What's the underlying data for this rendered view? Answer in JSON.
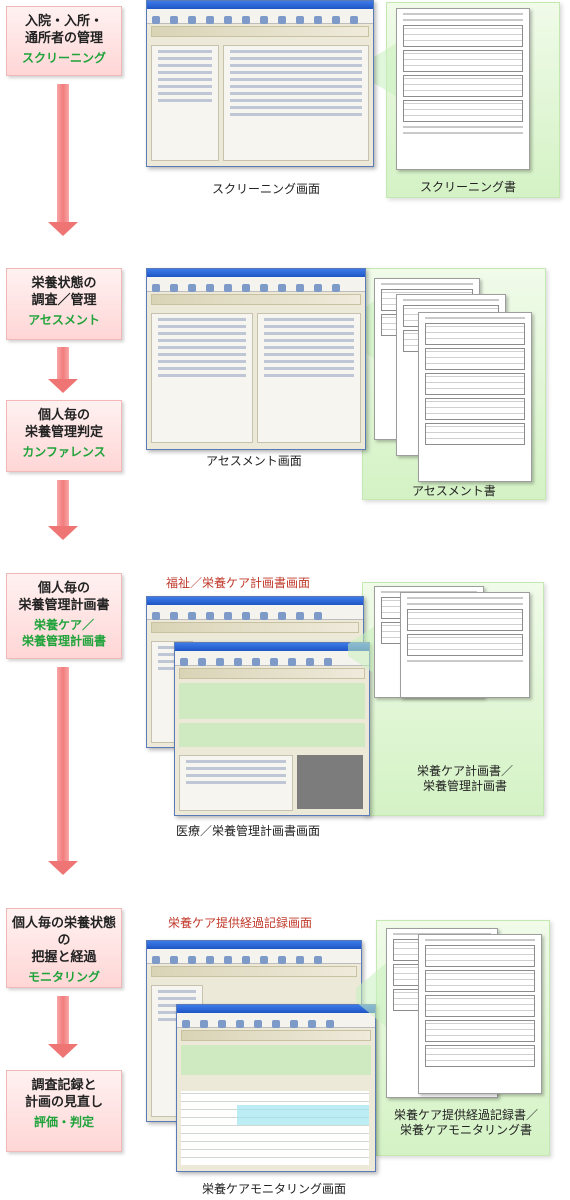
{
  "steps": [
    {
      "main": "入院・入所・\n通所者の管理",
      "sub": "スクリーニング"
    },
    {
      "main": "栄養状態の\n調査／管理",
      "sub": "アセスメント"
    },
    {
      "main": "個人毎の\n栄養管理判定",
      "sub": "カンファレンス"
    },
    {
      "main": "個人毎の\n栄養管理計画書",
      "sub": "栄養ケア／\n栄養管理計画書"
    },
    {
      "main": "個人毎の栄養状態の\n把握と経過",
      "sub": "モニタリング"
    },
    {
      "main": "調査記録と\n計画の見直し",
      "sub": "評価・判定"
    }
  ],
  "captions": {
    "screening_screen": "スクリーニング画面",
    "screening_doc": "スクリーニング書",
    "assessment_screen": "アセスメント画面",
    "assessment_doc": "アセスメント書",
    "welfare_plan_screen": "福祉／栄養ケア計画書画面",
    "medical_plan_screen": "医療／栄養管理計画書画面",
    "plan_doc": "栄養ケア計画書／\n栄養管理計画書",
    "record_screen": "栄養ケア提供経過記録画面",
    "record_doc": "栄養ケア提供経過記録書／\n栄養ケアモニタリング書",
    "monitoring_screen": "栄養ケアモニタリング画面"
  },
  "colors": {
    "step_fill": "#ffd6d6",
    "sub_text": "#1fa33a",
    "arrow": "#ef7474",
    "panel": "#d4f2c5",
    "red_caption": "#c0392b"
  }
}
